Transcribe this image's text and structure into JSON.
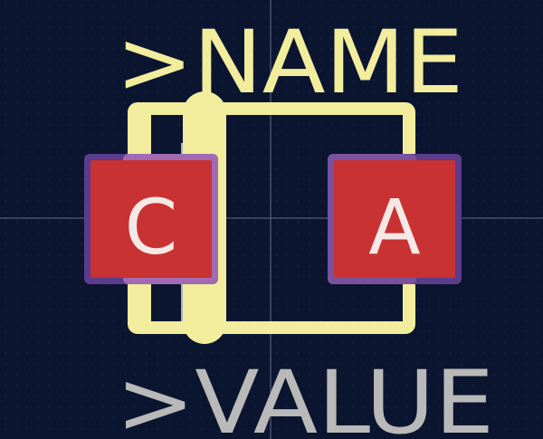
{
  "footprint": {
    "reference_label": ">NAME",
    "value_label": ">VALUE",
    "pads": [
      {
        "name": "C"
      },
      {
        "name": "A"
      }
    ]
  },
  "colors": {
    "background": "#0b1530",
    "grid_dot": "#2a3552",
    "crosshair": "#6f7890",
    "silkscreen": "#f2ed9c",
    "value_text": "#b9b9b9",
    "pad_fill": "#c93232",
    "pad_outline": "#5b3c8c",
    "pad_label": "#f4e9e6",
    "courtyard": "#b2b2b2",
    "fab_highlight": "#d890d6"
  },
  "icons": {
    "crosshair": "crosshair-icon"
  }
}
